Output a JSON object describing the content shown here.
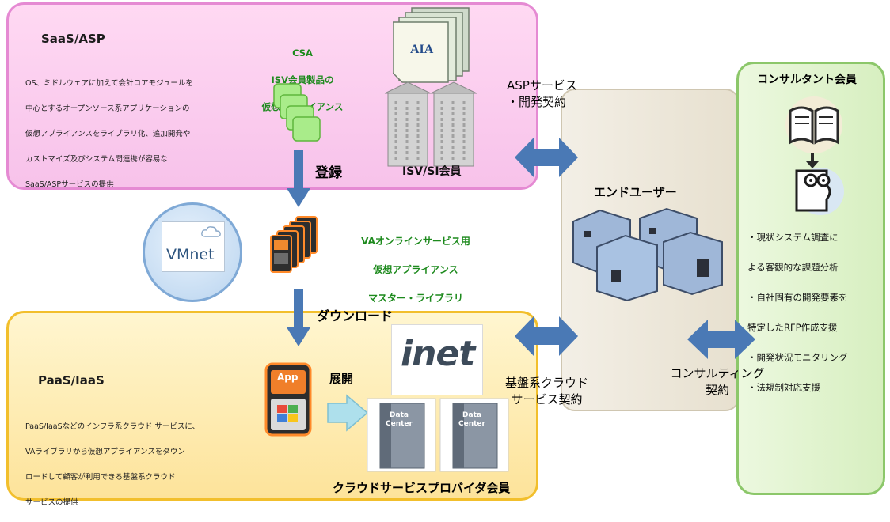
{
  "saas": {
    "title": "SaaS/ASP",
    "description_lines": [
      "OS、ミドルウェアに加えて会計コアモジュールを",
      "中心とするオープンソース系アプリケーションの",
      "仮想アプライアンスをライブラリ化、追加開発や",
      "カストマイズ及びシステム間連携が容易な",
      "SaaS/ASPサービスの提供"
    ],
    "csa_lines": [
      "CSA",
      "ISV会員製品の",
      "仮想アプライアンス"
    ],
    "aia_logo": "AIA",
    "isv_label": "ISV/SI会員"
  },
  "register_label": "登録",
  "vmnet_label": "VMnet",
  "va_library_lines": [
    "VAオンラインサービス用",
    "仮想アプライアンス",
    "マスター・ライブラリ"
  ],
  "download_label": "ダウンロード",
  "paas": {
    "title": "PaaS/IaaS",
    "description_lines": [
      "PaaS/IaaSなどのインフラ系クラウド サービスに、",
      "VAライブラリから仮想アプライアンスをダウン",
      "ロードして顧客が利用できる基盤系クラウド",
      "サービスの提供"
    ],
    "deploy_label": "展開",
    "app_label": "App",
    "inet_logo": "inet",
    "data_center_label": "Data Center",
    "provider_label": "クラウドサービスプロバイダ会員"
  },
  "enduser": {
    "title": "エンドユーザー"
  },
  "asp_contract_lines": [
    "ASPサービス",
    "・開発契約"
  ],
  "infra_contract_lines": [
    "基盤系クラウド",
    "サービス契約"
  ],
  "consulting_contract_lines": [
    "コンサルティング",
    "契約"
  ],
  "consult": {
    "title": "コンサルタント会員",
    "items": [
      "・現状システム調査に",
      "よる客観的な課題分析",
      "・自社固有の開発要素を",
      "特定したRFP作成支援",
      "・開発状況モニタリング",
      "・法規制対応支援"
    ]
  },
  "colors": {
    "saas_fill": "#f7c2ea",
    "paas_fill": "#fde39a",
    "enduser_fill": "#e7e0cf",
    "consult_fill": "#d7efc0",
    "arrow_blue": "#4a79b5",
    "green_text": "#1d8a1d"
  }
}
